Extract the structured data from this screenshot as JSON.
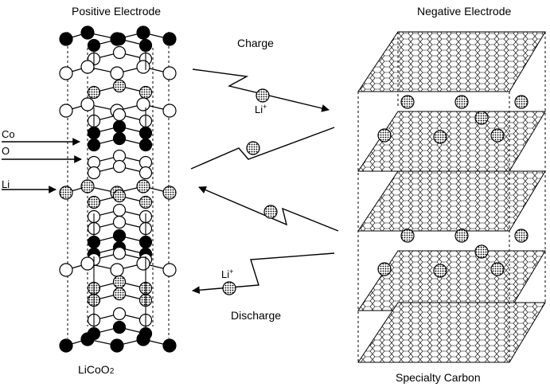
{
  "labels": {
    "positive_electrode": "Positive Electrode",
    "negative_electrode": "Negative Electrode",
    "charge": "Charge",
    "discharge": "Discharge",
    "cathode_material_base": "LiCoO",
    "cathode_material_subscript": "2",
    "anode_material": "Specialty Carbon",
    "ion_base": "Li",
    "ion_charge": "+"
  },
  "legend": [
    {
      "label": "Co",
      "atom": "cobalt",
      "fill": "#000000"
    },
    {
      "label": "O",
      "atom": "oxygen",
      "fill": "#ffffff"
    },
    {
      "label": "Li",
      "atom": "lithium",
      "fill": "hatched"
    }
  ]
}
